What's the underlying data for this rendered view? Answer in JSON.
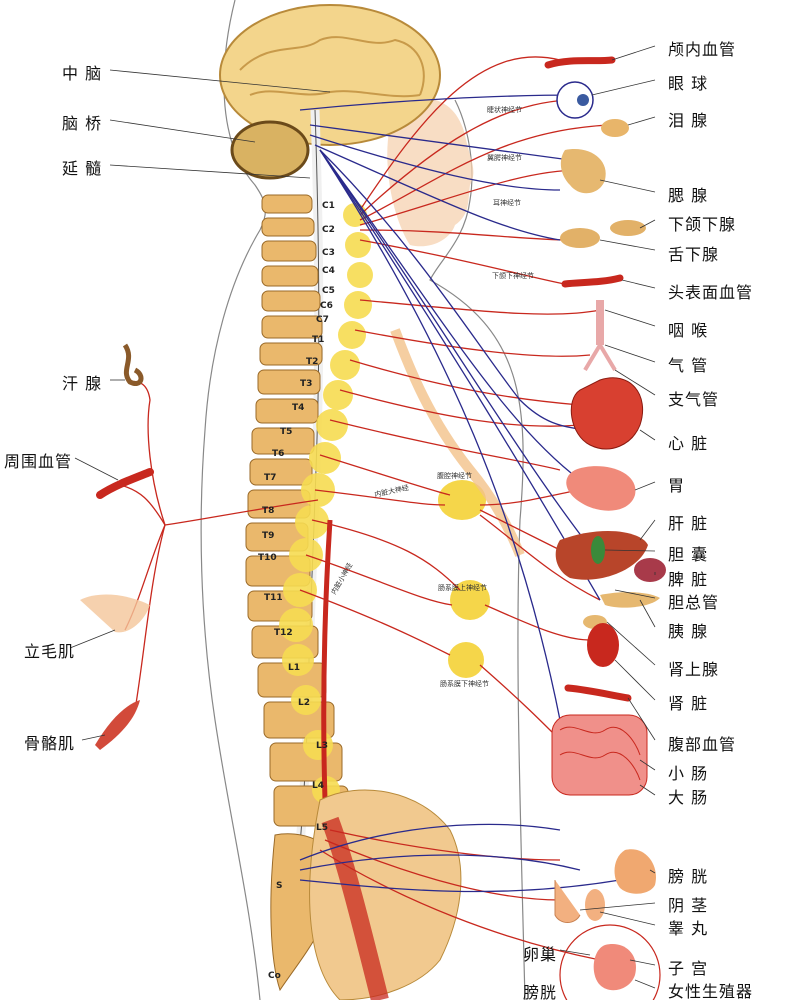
{
  "left_labels": [
    "中 脑",
    "脑 桥",
    "延 髓",
    "汗 腺",
    "周围血管",
    "立毛肌",
    "骨骼肌"
  ],
  "right_labels": [
    "颅内血管",
    "眼 球",
    "泪 腺",
    "腮 腺",
    "下颌下腺",
    "舌下腺",
    "头表面血管",
    "咽 喉",
    "气 管",
    "支气管",
    "心 脏",
    "胃",
    "肝 脏",
    "胆 囊",
    "脾 脏",
    "胆总管",
    "胰 腺",
    "肾上腺",
    "肾 脏",
    "腹部血管",
    "小 肠",
    "大 肠",
    "膀 胱",
    "阴 茎",
    "睾 丸",
    "子 宫",
    "女性生殖器"
  ],
  "bottom_left_labels": [
    "卵巢",
    "膀胱"
  ],
  "ganglia": [
    "睫状神经节",
    "翼腭神经节",
    "耳神经节",
    "下颌下神经节",
    "腹腔神经节",
    "内脏大神经",
    "内脏小神经",
    "肠系膜上神经节",
    "肠系膜下神经节"
  ],
  "vertebrae": [
    "C1",
    "C2",
    "C3",
    "C4",
    "C5",
    "C6",
    "C7",
    "T1",
    "T2",
    "T3",
    "T4",
    "T5",
    "T6",
    "T7",
    "T8",
    "T9",
    "T10",
    "T11",
    "T12",
    "L1",
    "L2",
    "L3",
    "L4",
    "L5",
    "S",
    "Co"
  ],
  "colors": {
    "sympathetic": "#c8281e",
    "parasympathetic": "#2a2a8c",
    "bone": "#e8b56a",
    "ganglion": "#f5d64a",
    "skin": "#f4c69a"
  }
}
